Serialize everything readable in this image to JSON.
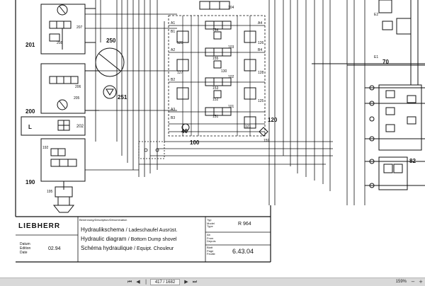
{
  "diagram": {
    "labels": {
      "l201": "201",
      "l200": "200",
      "l190": "190",
      "l250": "250",
      "l251": "251",
      "l202": "202",
      "lL": "L",
      "l40": "40",
      "l100": "100",
      "l120": "120",
      "l70": "70",
      "l82": "82",
      "l195": "195",
      "l192": "192",
      "v104": "104",
      "v103": "103",
      "v102": "102",
      "v101": "101",
      "r154": "154",
      "r155": "155",
      "r153": "153",
      "r152": "152",
      "r151": "151",
      "r130": "130",
      "r129": "129",
      "r127": "127",
      "r128": "128",
      "r126": "126",
      "r125": "125",
      "r121": "121",
      "r159": "159",
      "r207": "207",
      "r208": "208",
      "r206": "206",
      "r205": "205",
      "pA1": "A1",
      "pB1": "B1",
      "pA2": "A2",
      "pB2": "B2",
      "pA3": "A3",
      "pB3": "B3",
      "pA4": "A4",
      "pB4": "B4",
      "pE1": "E1",
      "pE2": "E2"
    }
  },
  "title_block": {
    "logo": "LIEBHERR",
    "header_label": "Benennung/Description/Dénomination",
    "line1_title": "Hydraulikschema",
    "line1_sub": "/ Ladeschaufel Ausrüst.",
    "line2_title": "Hydraulic diagram",
    "line2_sub": "/ Bottom Dump shovel",
    "line3_title": "Schéma hydraulique",
    "line3_sub": "/ Equipt. Chouleur",
    "typ_label_1": "Typ",
    "typ_label_2": "Model",
    "typ_label_3": "Type",
    "typ_value": "R 964",
    "ab_label_1": "Ab",
    "ab_label_2": "From",
    "ab_label_3": "Depuis",
    "blatt_label_1": "Blatt",
    "blatt_label_2": "Page",
    "blatt_label_3": "Feuille",
    "blatt_value": "6.43.04",
    "datum_label_1": "Datum",
    "datum_label_2": "Edition",
    "datum_label_3": "Date",
    "datum_value": "02.94"
  },
  "status_bar": {
    "page_indicator": "417 / 1682",
    "zoom": "159%",
    "first_icon": "first-page-icon",
    "prev_icon": "prev-page-icon",
    "next_icon": "next-page-icon",
    "last_icon": "last-page-icon"
  }
}
